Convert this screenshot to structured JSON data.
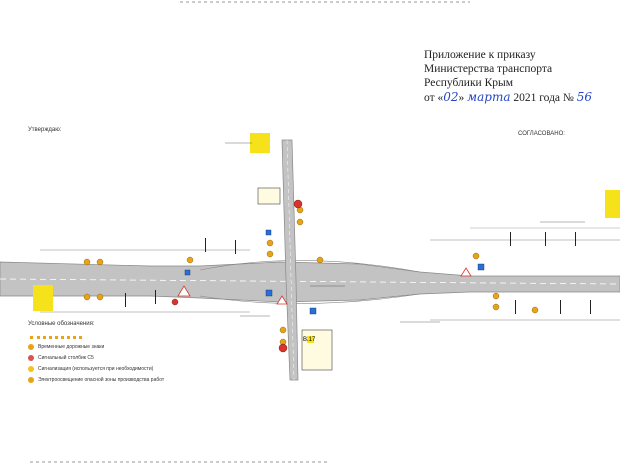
{
  "order": {
    "line1": "Приложение к приказу",
    "line2": "Министерства транспорта",
    "line3": "Республики Крым",
    "date_prefix": "от «",
    "day": "02",
    "date_mid": "»",
    "month": "марта",
    "year_text": "2021 года №",
    "number": "56"
  },
  "labels": {
    "approve": "Утверждаю:",
    "agreed": "СОГЛАСОВАНО:",
    "legend_title": "Условные обозначения:",
    "sign_b17": "В.17"
  },
  "legend": [
    {
      "text": "Временные дорожные знаки",
      "color": "#e8a317"
    },
    {
      "text": "Сигнальный столбик С5",
      "color": "#d9534f"
    },
    {
      "text": "Сигнализация (используется при необходимости)",
      "color": "#f0c419"
    },
    {
      "text": "Электроосвещение опасной зоны производства работ",
      "color": "#e8a317"
    }
  ],
  "colors": {
    "road": "#bdbdbd",
    "road_edge": "#8a8a8a",
    "yellow": "#f5e21b",
    "sign_orange": "#e8a317",
    "sign_blue": "#2b6fd6",
    "sign_red": "#d9342b"
  }
}
